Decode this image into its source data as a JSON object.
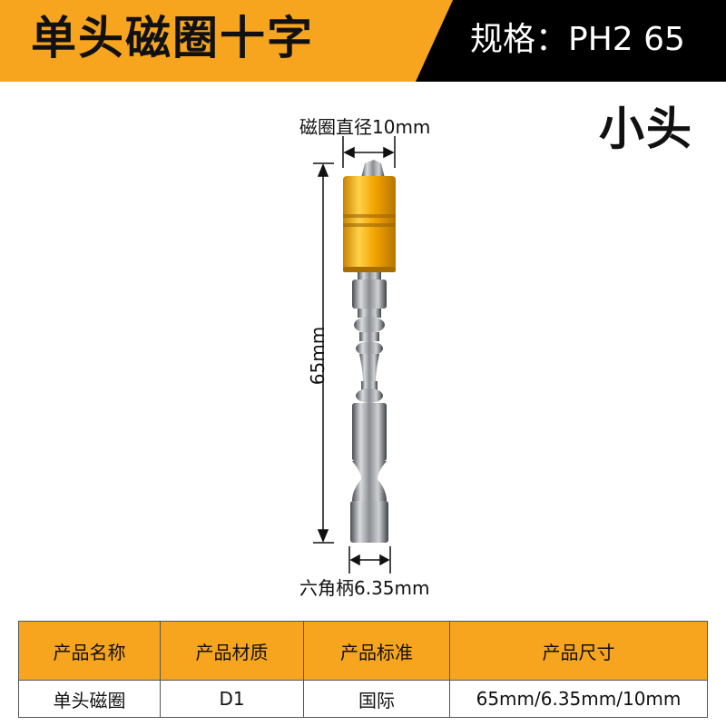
{
  "header": {
    "title": "单头磁圈十字",
    "spec_label": "规格：PH2 65",
    "size_tag": "小头"
  },
  "dimensions": {
    "ring_diameter": "磁圈直径10mm",
    "length": "65mm",
    "hex_shank": "六角柄6.35mm"
  },
  "table": {
    "headers": [
      "产品名称",
      "产品材质",
      "产品标准",
      "产品尺寸"
    ],
    "row": [
      "单头磁圈",
      "D1",
      "国际",
      "65mm/6.35mm/10mm"
    ]
  },
  "colors": {
    "accent": "#f7a51e",
    "banner_dark": "#000000",
    "ring": "#f2a400"
  }
}
